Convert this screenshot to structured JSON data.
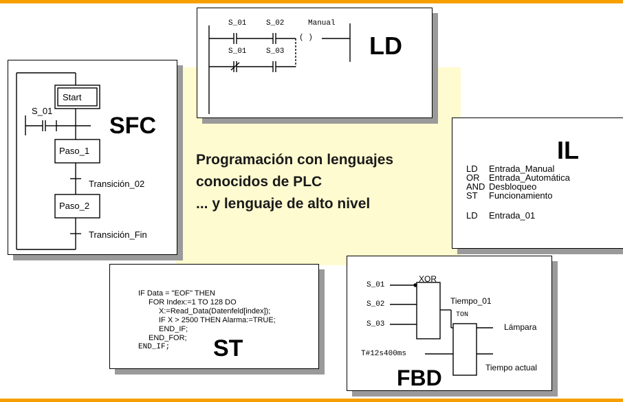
{
  "center_text": {
    "line1": "Programación con lenguajes",
    "line2": "conocidos de PLC",
    "line3": "... y lenguaje de alto nivel"
  },
  "ld": {
    "title": "LD",
    "s01_top": "S_01",
    "s02": "S_02",
    "manual": "Manual",
    "coil": "(   )",
    "s01_bottom": "S_01",
    "s03": "S_03"
  },
  "sfc": {
    "title": "SFC",
    "start": "Start",
    "s01": "S_01",
    "paso1": "Paso_1",
    "transicion02": "Transición_02",
    "paso2": "Paso_2",
    "transicion_fin": "Transición_Fin"
  },
  "il": {
    "title": "IL",
    "lines": [
      {
        "op": "LD",
        "arg": "Entrada_Manual"
      },
      {
        "op": "OR",
        "arg": "Entrada_Automática"
      },
      {
        "op": "AND",
        "arg": "Desbloqueo"
      },
      {
        "op": "ST",
        "arg": "Funcionamiento"
      },
      {
        "op": "LD",
        "arg": "Entrada_01"
      }
    ]
  },
  "st": {
    "title": "ST",
    "lines": [
      "IF Data = \"EOF\" THEN",
      "FOR Index:=1 TO 128 DO",
      "X:=Read_Data(Datenfeld[index]);",
      "IF X > 2500 THEN Alarma:=TRUE;",
      "END_IF;",
      "END_FOR;",
      "END_IF;"
    ]
  },
  "fbd": {
    "title": "FBD",
    "s01": "S_01",
    "s02": "S_02",
    "s03": "S_03",
    "xor": "XOR",
    "tiempo01": "Tiempo_01",
    "ton": "TON",
    "lampara": "Lámpara",
    "preset": "T#12s400ms",
    "tiempo_actual": "Tiempo actual"
  },
  "colors": {
    "accent": "#f5a000",
    "center_bg": "#fffbd0",
    "shadow": "#9a9a9a"
  }
}
